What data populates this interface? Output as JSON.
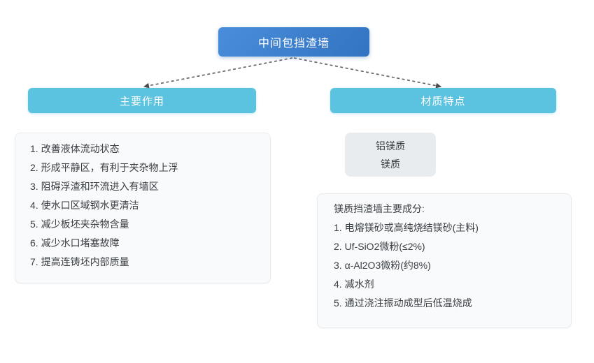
{
  "root": {
    "label": "中间包挡渣墙"
  },
  "branches": [
    {
      "header": "主要作用",
      "items": [
        "1. 改善液体流动状态",
        "2. 形成平静区，有利于夹杂物上浮",
        "3. 阻碍浮渣和环流进入有墙区",
        "4. 使水口区域钢水更清洁",
        "5. 减少板坯夹杂物含量",
        "6. 减少水口堵塞故障",
        "7. 提高连铸坯内部质量"
      ]
    },
    {
      "header": "材质特点",
      "chip_lines": [
        "铝镁质",
        "镁质"
      ],
      "detail_title": "镁质挡渣墙主要成分:",
      "items": [
        "1. 电熔镁砂或高纯烧结镁砂(主料)",
        "2. Uf-SiO2微粉(≤2%)",
        "3. α-Al2O3微粉(约8%)",
        "4. 减水剂",
        "5. 通过浇注振动成型后低温烧成"
      ]
    }
  ],
  "colors": {
    "root_gradient_start": "#4a8edb",
    "root_gradient_end": "#3273c0",
    "branch_header": "#5bc2e0",
    "card_bg": "#f9fafb",
    "card_border": "#e8eaee",
    "chip_bg": "#e9ecef",
    "text": "#3b4045",
    "connector": "#666666"
  }
}
